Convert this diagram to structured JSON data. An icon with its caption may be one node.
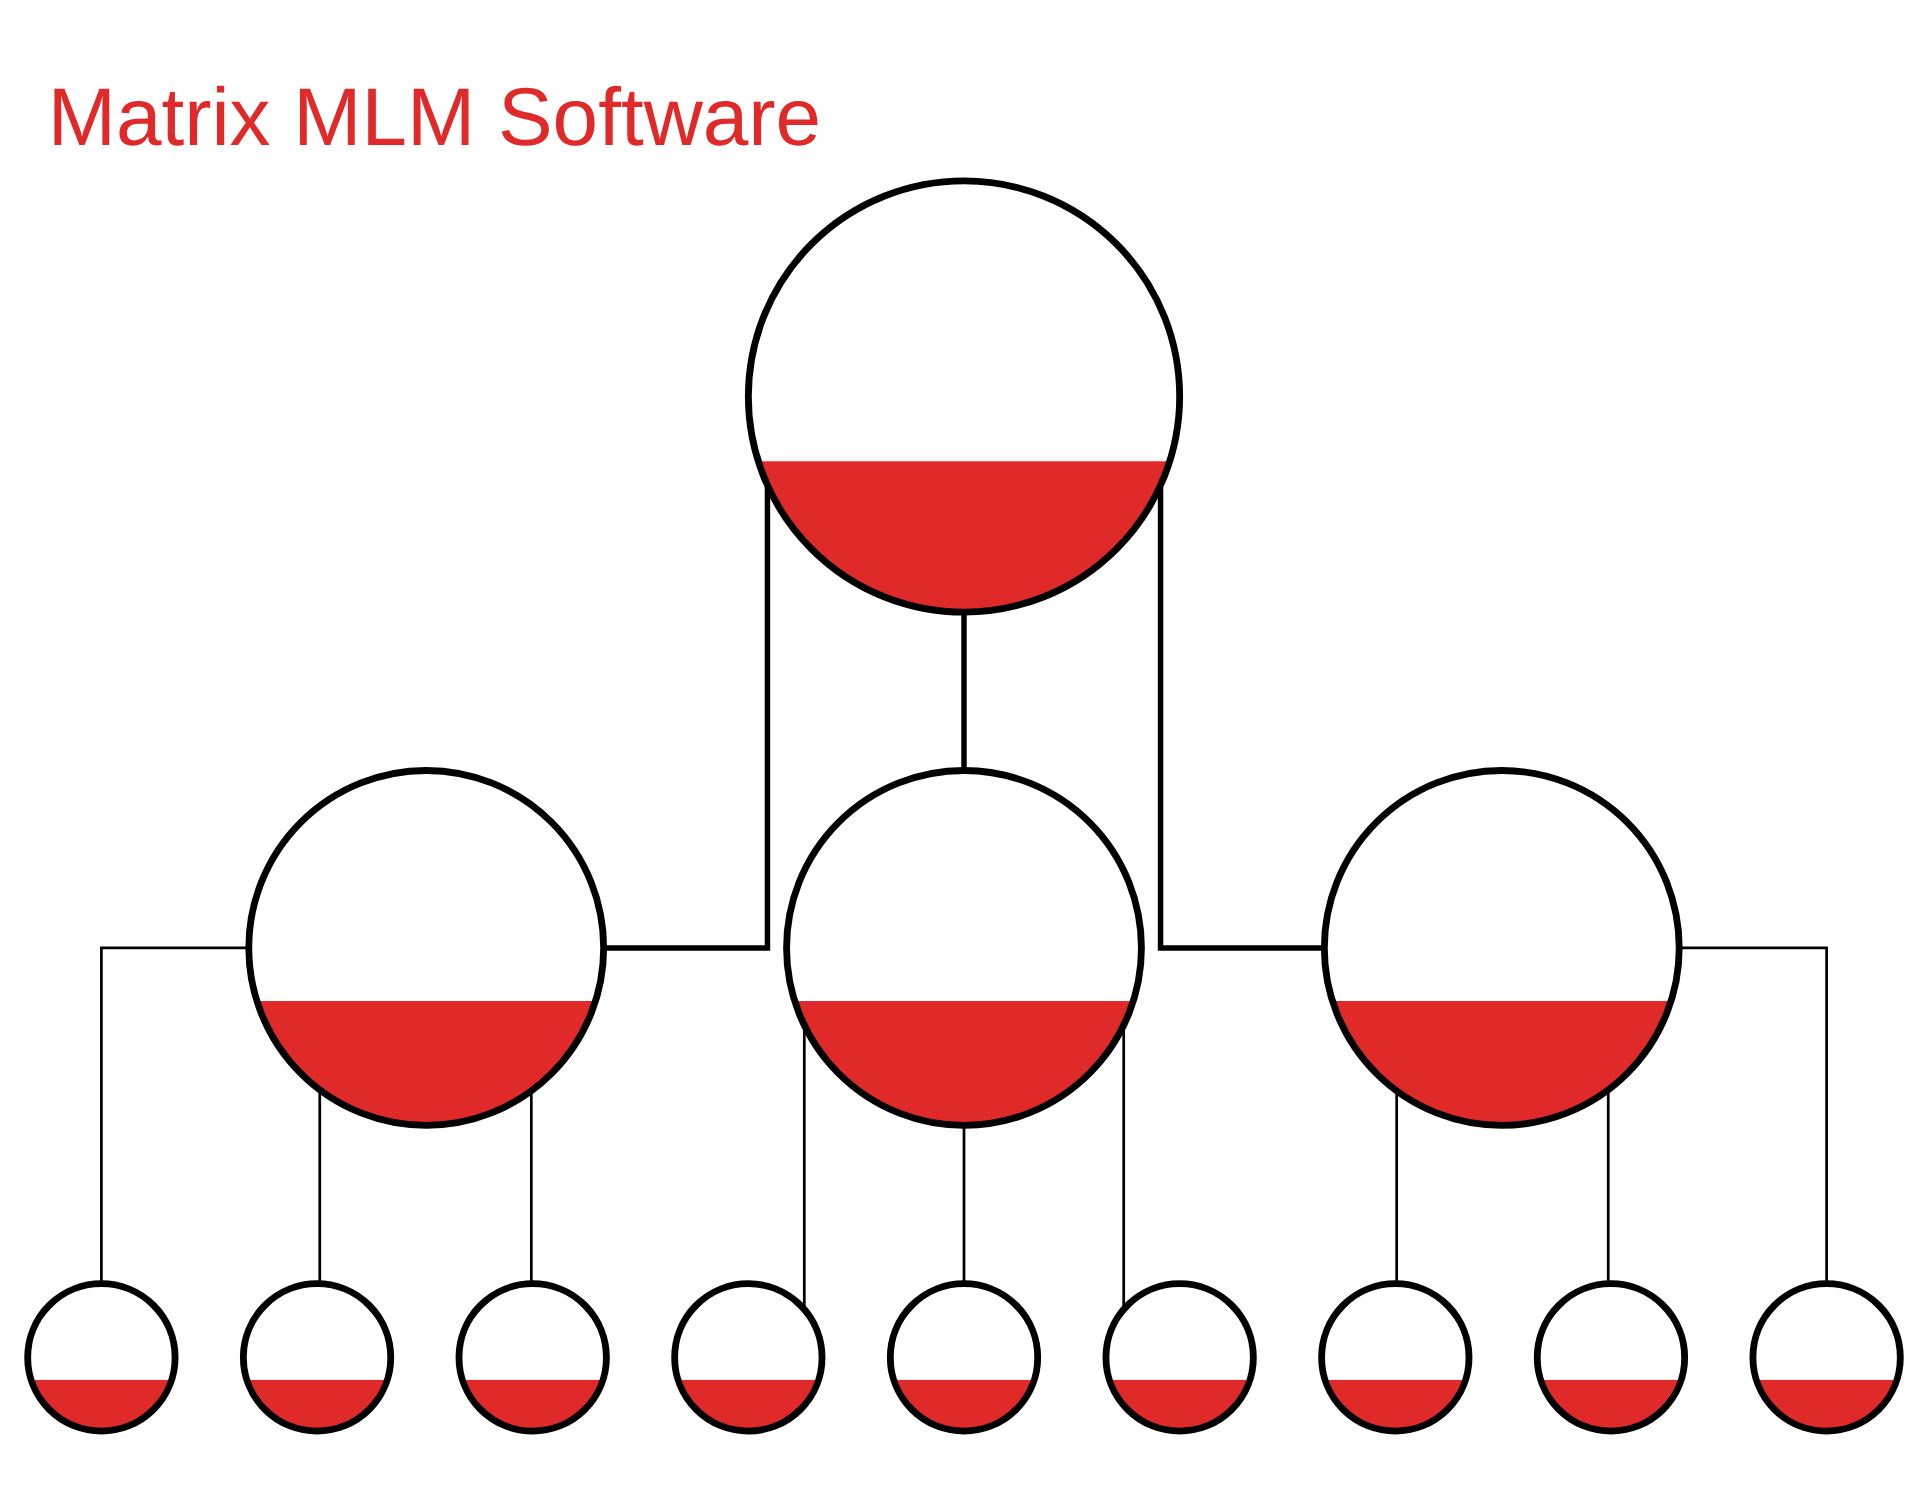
{
  "diagram": {
    "title": "Matrix MLM Software",
    "nodes": [
      {
        "text": [],
        "shape": "person"
      },
      {
        "text": [],
        "shape": "person"
      },
      {
        "text": [],
        "shape": "person"
      },
      {
        "text": [],
        "shape": "person"
      },
      {
        "text": [],
        "shape": "person"
      },
      {
        "text": [],
        "shape": "person"
      },
      {
        "text": [],
        "shape": "person"
      },
      {
        "text": [],
        "shape": "person"
      },
      {
        "text": [],
        "shape": "person"
      },
      {
        "text": [],
        "shape": "person"
      },
      {
        "text": [],
        "shape": "person"
      },
      {
        "text": [],
        "shape": "person"
      },
      {
        "text": [],
        "shape": "person"
      }
    ],
    "edges": [
      {
        "from": 0,
        "to": 1,
        "arrow": "none"
      },
      {
        "from": 0,
        "to": 2,
        "arrow": "none"
      },
      {
        "from": 0,
        "to": 3,
        "arrow": "none"
      },
      {
        "from": 1,
        "to": 4,
        "arrow": "none"
      },
      {
        "from": 1,
        "to": 5,
        "arrow": "none"
      },
      {
        "from": 1,
        "to": 6,
        "arrow": "none"
      },
      {
        "from": 2,
        "to": 7,
        "arrow": "none"
      },
      {
        "from": 2,
        "to": 8,
        "arrow": "none"
      },
      {
        "from": 2,
        "to": 9,
        "arrow": "none"
      },
      {
        "from": 3,
        "to": 10,
        "arrow": "none"
      },
      {
        "from": 3,
        "to": 11,
        "arrow": "none"
      },
      {
        "from": 3,
        "to": 12,
        "arrow": "none"
      }
    ]
  }
}
